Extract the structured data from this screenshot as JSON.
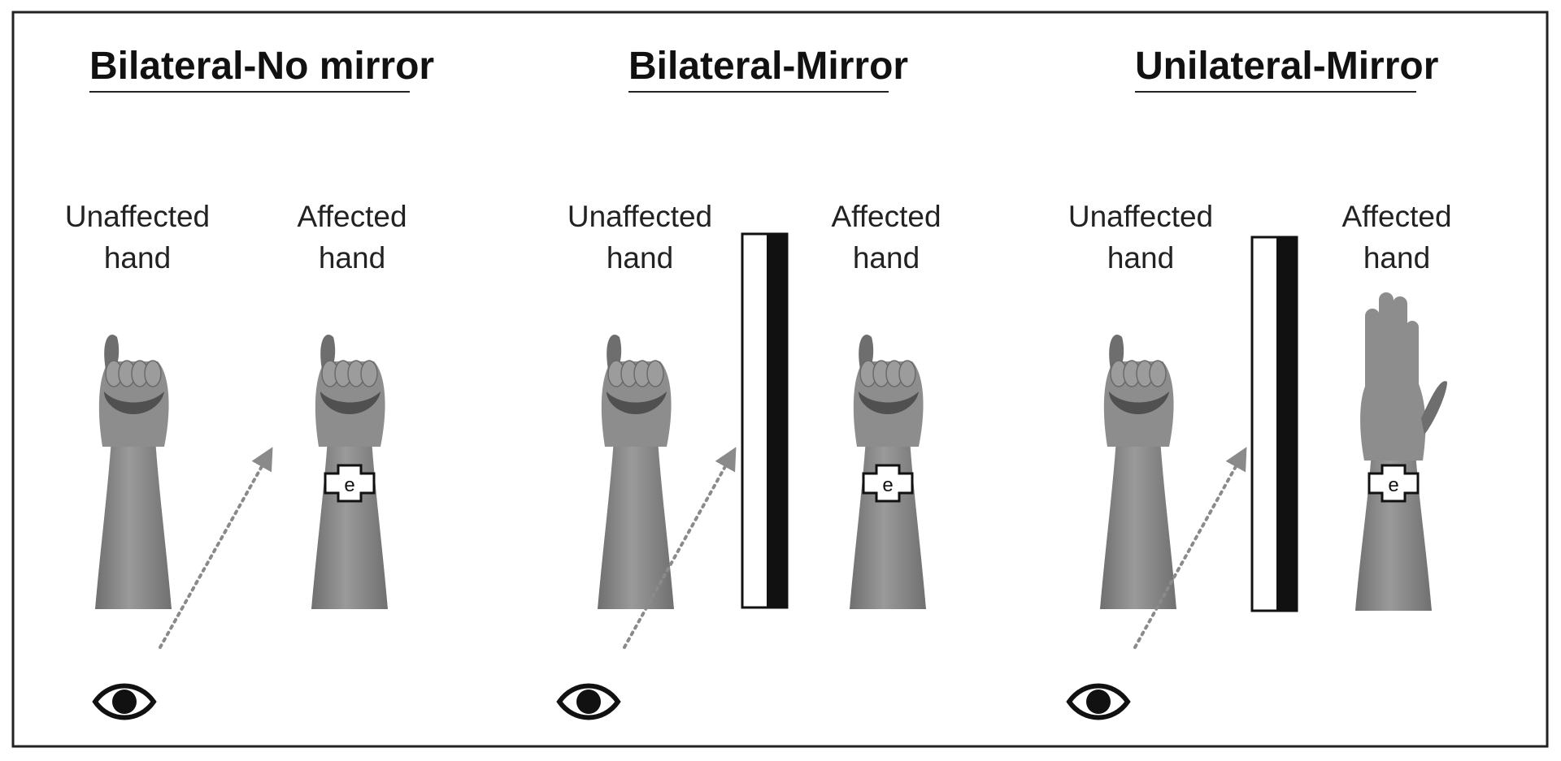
{
  "panels": [
    {
      "title": "Bilateral-No mirror",
      "left_label": [
        "Unaffected",
        "hand"
      ],
      "right_label": [
        "Affected",
        "hand"
      ],
      "mirror": false,
      "right_hand": "fist"
    },
    {
      "title": "Bilateral-Mirror",
      "left_label": [
        "Unaffected",
        "hand"
      ],
      "right_label": [
        "Affected",
        "hand"
      ],
      "mirror": true,
      "right_hand": "fist"
    },
    {
      "title": "Unilateral-Mirror",
      "left_label": [
        "Unaffected",
        "hand"
      ],
      "right_label": [
        "Affected",
        "hand"
      ],
      "mirror": true,
      "right_hand": "open"
    }
  ],
  "electrode_label": "e",
  "icons": [
    "eye-icon",
    "electrode-icon",
    "mirror-icon",
    "gaze-arrow-icon"
  ],
  "colors": {
    "skin": "#8d8d8d",
    "skin_dark": "#6e6e6e",
    "ball": "#505050",
    "arrow": "#8a8a8a",
    "frame": "#222222"
  }
}
